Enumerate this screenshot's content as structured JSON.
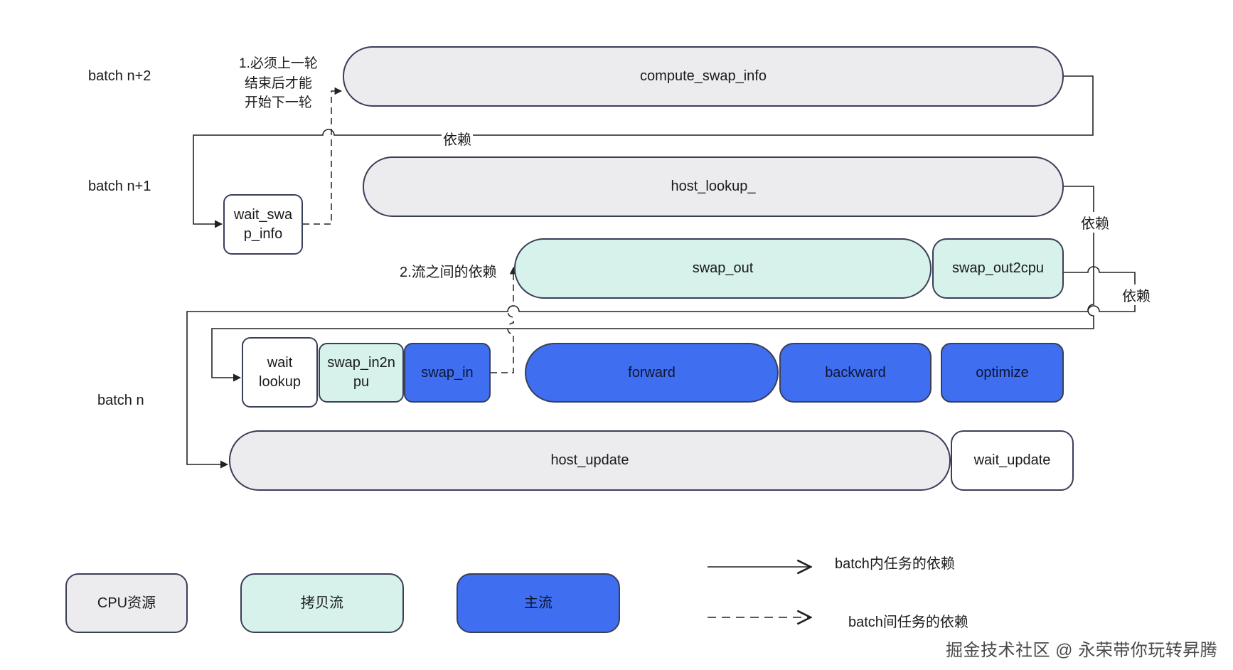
{
  "rows": {
    "n2": "batch n+2",
    "n1": "batch n+1",
    "n": "batch n"
  },
  "nodes": {
    "compute_swap_info": "compute_swap_info",
    "wait_swap_info": "wait_swa\np_info",
    "host_lookup": "host_lookup_",
    "swap_out": "swap_out",
    "swap_out2cpu": "swap_out2cpu",
    "wait_lookup": "wait\nlookup",
    "swap_in2npu": "swap_in2n\npu",
    "swap_in": "swap_in",
    "forward": "forward",
    "backward": "backward",
    "optimize": "optimize",
    "host_update": "host_update",
    "wait_update": "wait_update"
  },
  "annotations": {
    "note1": "1.必须上一轮\n结束后才能\n开始下一轮",
    "note2": "2.流之间的依赖",
    "dep_a": "依赖",
    "dep_b": "依赖",
    "dep_c": "依赖"
  },
  "legend": {
    "cpu": "CPU资源",
    "copy": "拷贝流",
    "main": "主流",
    "solid_arrow": "batch内任务的依赖",
    "dashed_arrow": "batch间任务的依赖"
  },
  "colors": {
    "cpu": "#ececee",
    "copy_stream": "#d6f2ea",
    "main_stream": "#3f6ef0",
    "border": "#3a3f58"
  },
  "watermark": "掘金技术社区 @ 永荣带你玩转昇腾"
}
